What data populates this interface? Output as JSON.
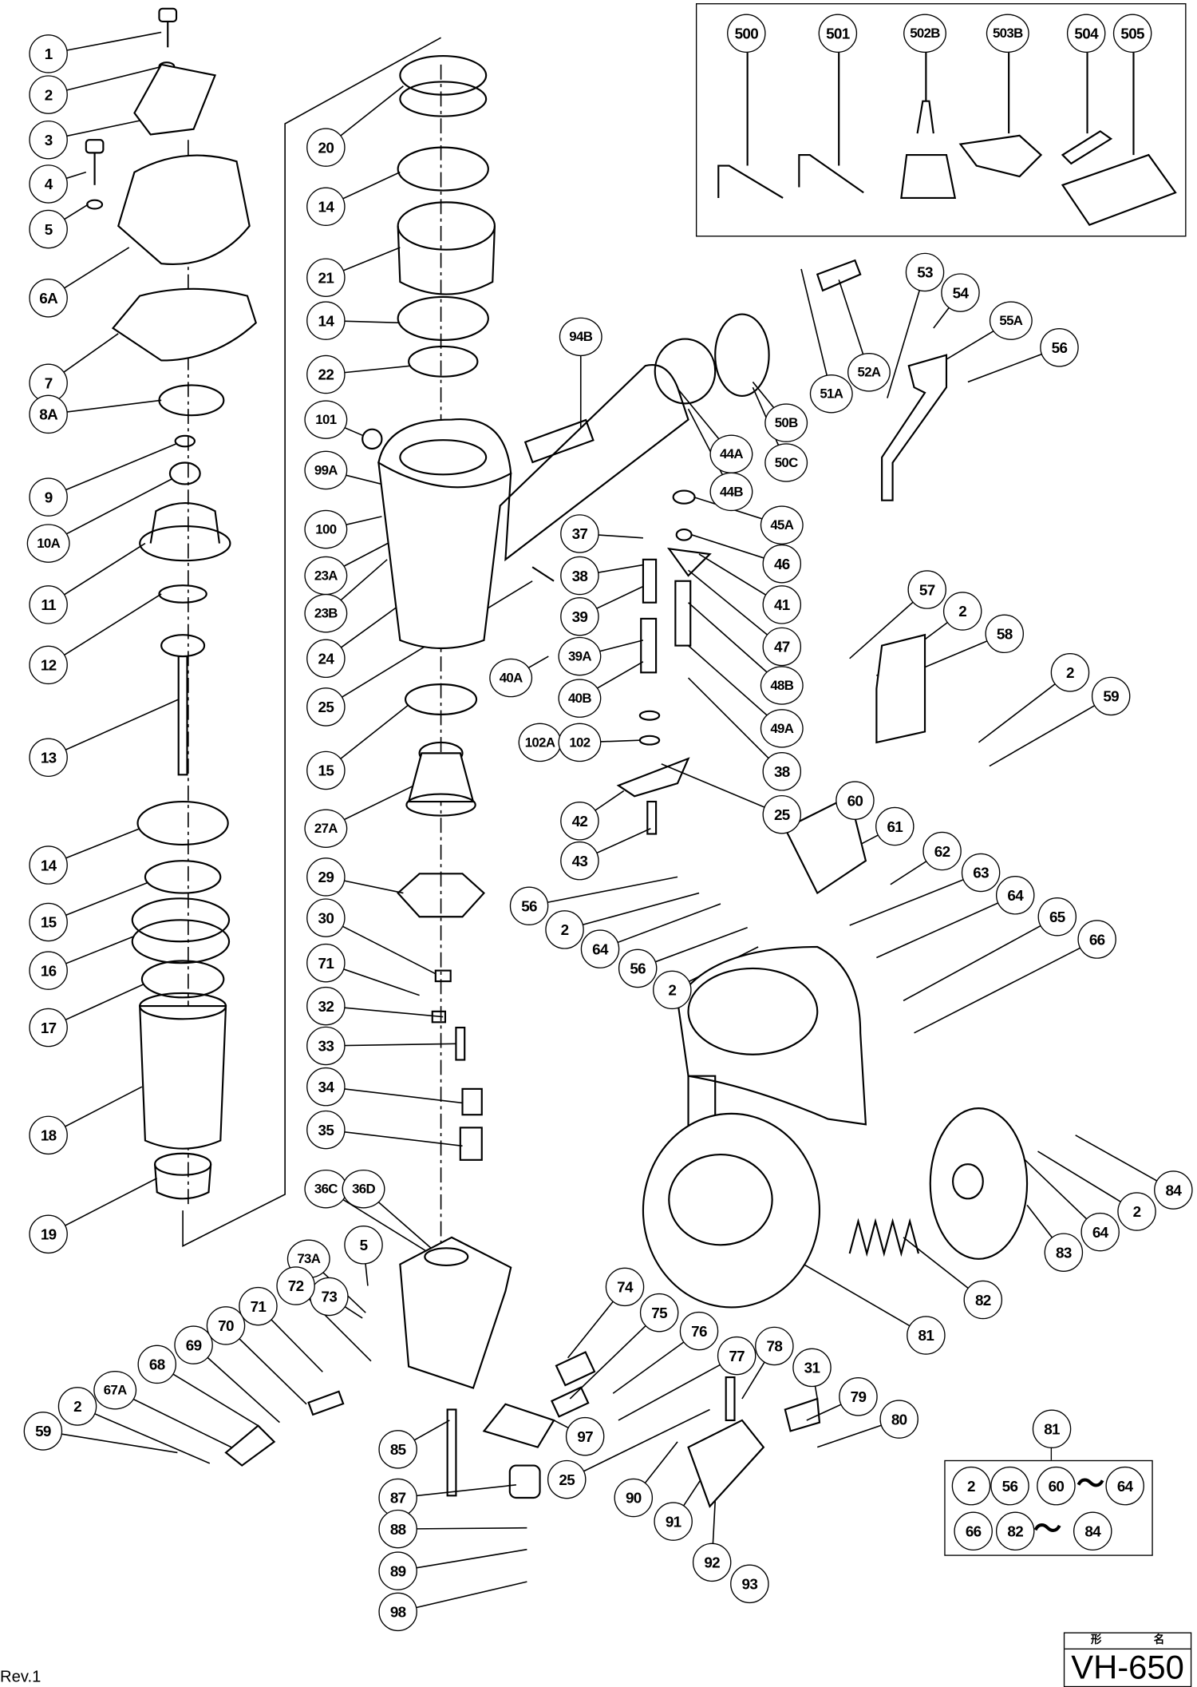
{
  "diagram": {
    "model_header": [
      "形",
      "名"
    ],
    "model": "VH-650",
    "revision": "Rev.1",
    "accessories": [
      "500",
      "501",
      "502B",
      "503B",
      "504",
      "505"
    ],
    "callouts": [
      "1",
      "2",
      "3",
      "4",
      "5",
      "6A",
      "7",
      "8A",
      "9",
      "10A",
      "11",
      "12",
      "13",
      "14",
      "15",
      "16",
      "17",
      "18",
      "19",
      "20",
      "14",
      "21",
      "14",
      "22",
      "101",
      "99A",
      "100",
      "23A",
      "23B",
      "24",
      "25",
      "15",
      "27A",
      "29",
      "30",
      "71",
      "32",
      "33",
      "34",
      "35",
      "36C",
      "36D",
      "73A",
      "73",
      "5",
      "59",
      "2",
      "67A",
      "68",
      "69",
      "70",
      "71",
      "72",
      "85",
      "87",
      "88",
      "89",
      "98",
      "74",
      "75",
      "76",
      "77",
      "78",
      "31",
      "79",
      "80",
      "97",
      "25",
      "90",
      "91",
      "92",
      "93",
      "94B",
      "37",
      "38",
      "39",
      "39A",
      "40A",
      "40B",
      "102A",
      "102",
      "42",
      "43",
      "45A",
      "46",
      "41",
      "47",
      "48B",
      "49A",
      "38",
      "25",
      "44A",
      "44B",
      "50B",
      "50C",
      "51A",
      "52A",
      "53",
      "54",
      "55A",
      "56",
      "57",
      "2",
      "58",
      "2",
      "59",
      "60",
      "61",
      "62",
      "63",
      "64",
      "65",
      "66",
      "56",
      "2",
      "64",
      "56",
      "2",
      "84",
      "2",
      "64",
      "83",
      "82",
      "81"
    ],
    "set_81": {
      "label": "81",
      "row1": [
        "2",
        "56",
        "60",
        "64"
      ],
      "row2": [
        "66",
        "82",
        "84"
      ],
      "range_symbol": "〜"
    }
  }
}
